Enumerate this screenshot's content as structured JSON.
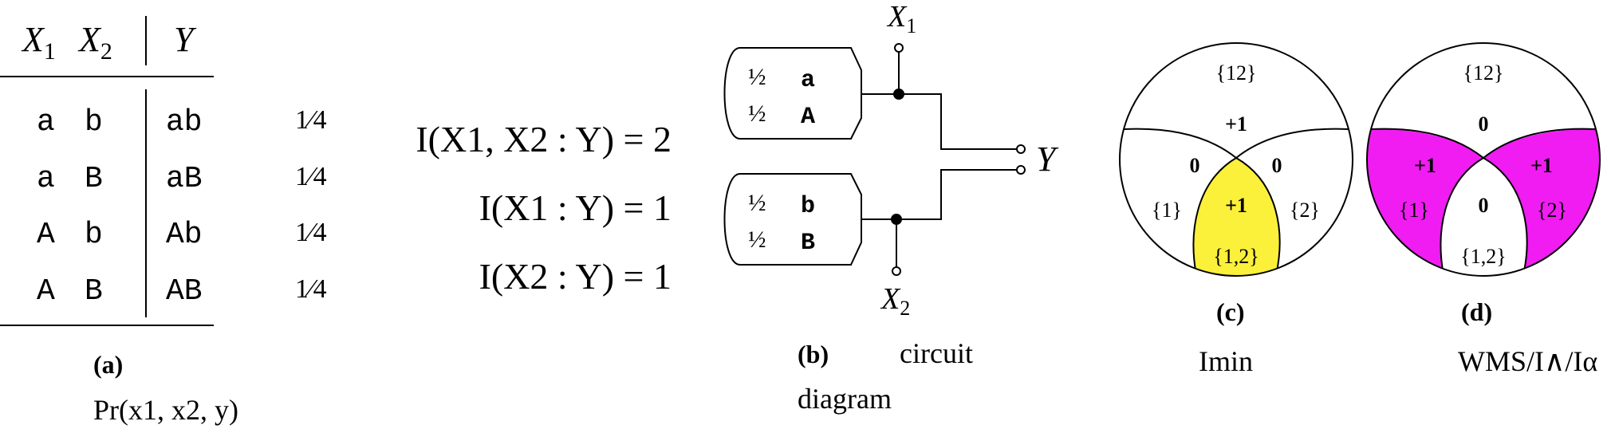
{
  "table": {
    "header": {
      "x1": "X",
      "x1_sub": "1",
      "x2": "X",
      "x2_sub": "2",
      "y": "Y"
    },
    "rows": [
      {
        "x1": "a",
        "x2": "b",
        "y": "ab",
        "p": "1⁄4"
      },
      {
        "x1": "a",
        "x2": "B",
        "y": "aB",
        "p": "1⁄4"
      },
      {
        "x1": "A",
        "x2": "b",
        "y": "Ab",
        "p": "1⁄4"
      },
      {
        "x1": "A",
        "x2": "B",
        "y": "AB",
        "p": "1⁄4"
      }
    ],
    "caption_label": "(a)",
    "caption_text": "Pr(x1, x2, y)"
  },
  "equations": {
    "eq1": "I(X1, X2 : Y) = 2",
    "eq2": "I(X1 : Y) = 1",
    "eq3": "I(X2 : Y) = 1"
  },
  "circuit": {
    "source1": {
      "p1": "½",
      "s1": "a",
      "p2": "½",
      "s2": "A"
    },
    "source2": {
      "p1": "½",
      "s1": "b",
      "p2": "½",
      "s2": "B"
    },
    "x1_label": "X",
    "x1_sub": "1",
    "x2_label": "X",
    "x2_sub": "2",
    "y_label": "Y",
    "caption_label": "(b)",
    "caption_text_1": "circuit",
    "caption_text_2": "diagram"
  },
  "diagram_c": {
    "top_label": "{12}",
    "top_value": "+1",
    "left_label": "{1}",
    "left_value": "0",
    "right_label": "{2}",
    "right_value": "0",
    "bottom_label": "{1,2}",
    "bottom_value": "+1",
    "caption_label": "(c)",
    "caption_text": "Imin",
    "colors": {
      "top": "#33f3f6",
      "bottom": "#fbf03a"
    }
  },
  "diagram_d": {
    "top_label": "{12}",
    "top_value": "0",
    "left_label": "{1}",
    "left_value": "+1",
    "right_label": "{2}",
    "right_value": "+1",
    "bottom_label": "{1,2}",
    "bottom_value": "0",
    "caption_label": "(d)",
    "caption_text": "WMS/I∧/Iα",
    "colors": {
      "sides": "#f01cf2"
    }
  }
}
